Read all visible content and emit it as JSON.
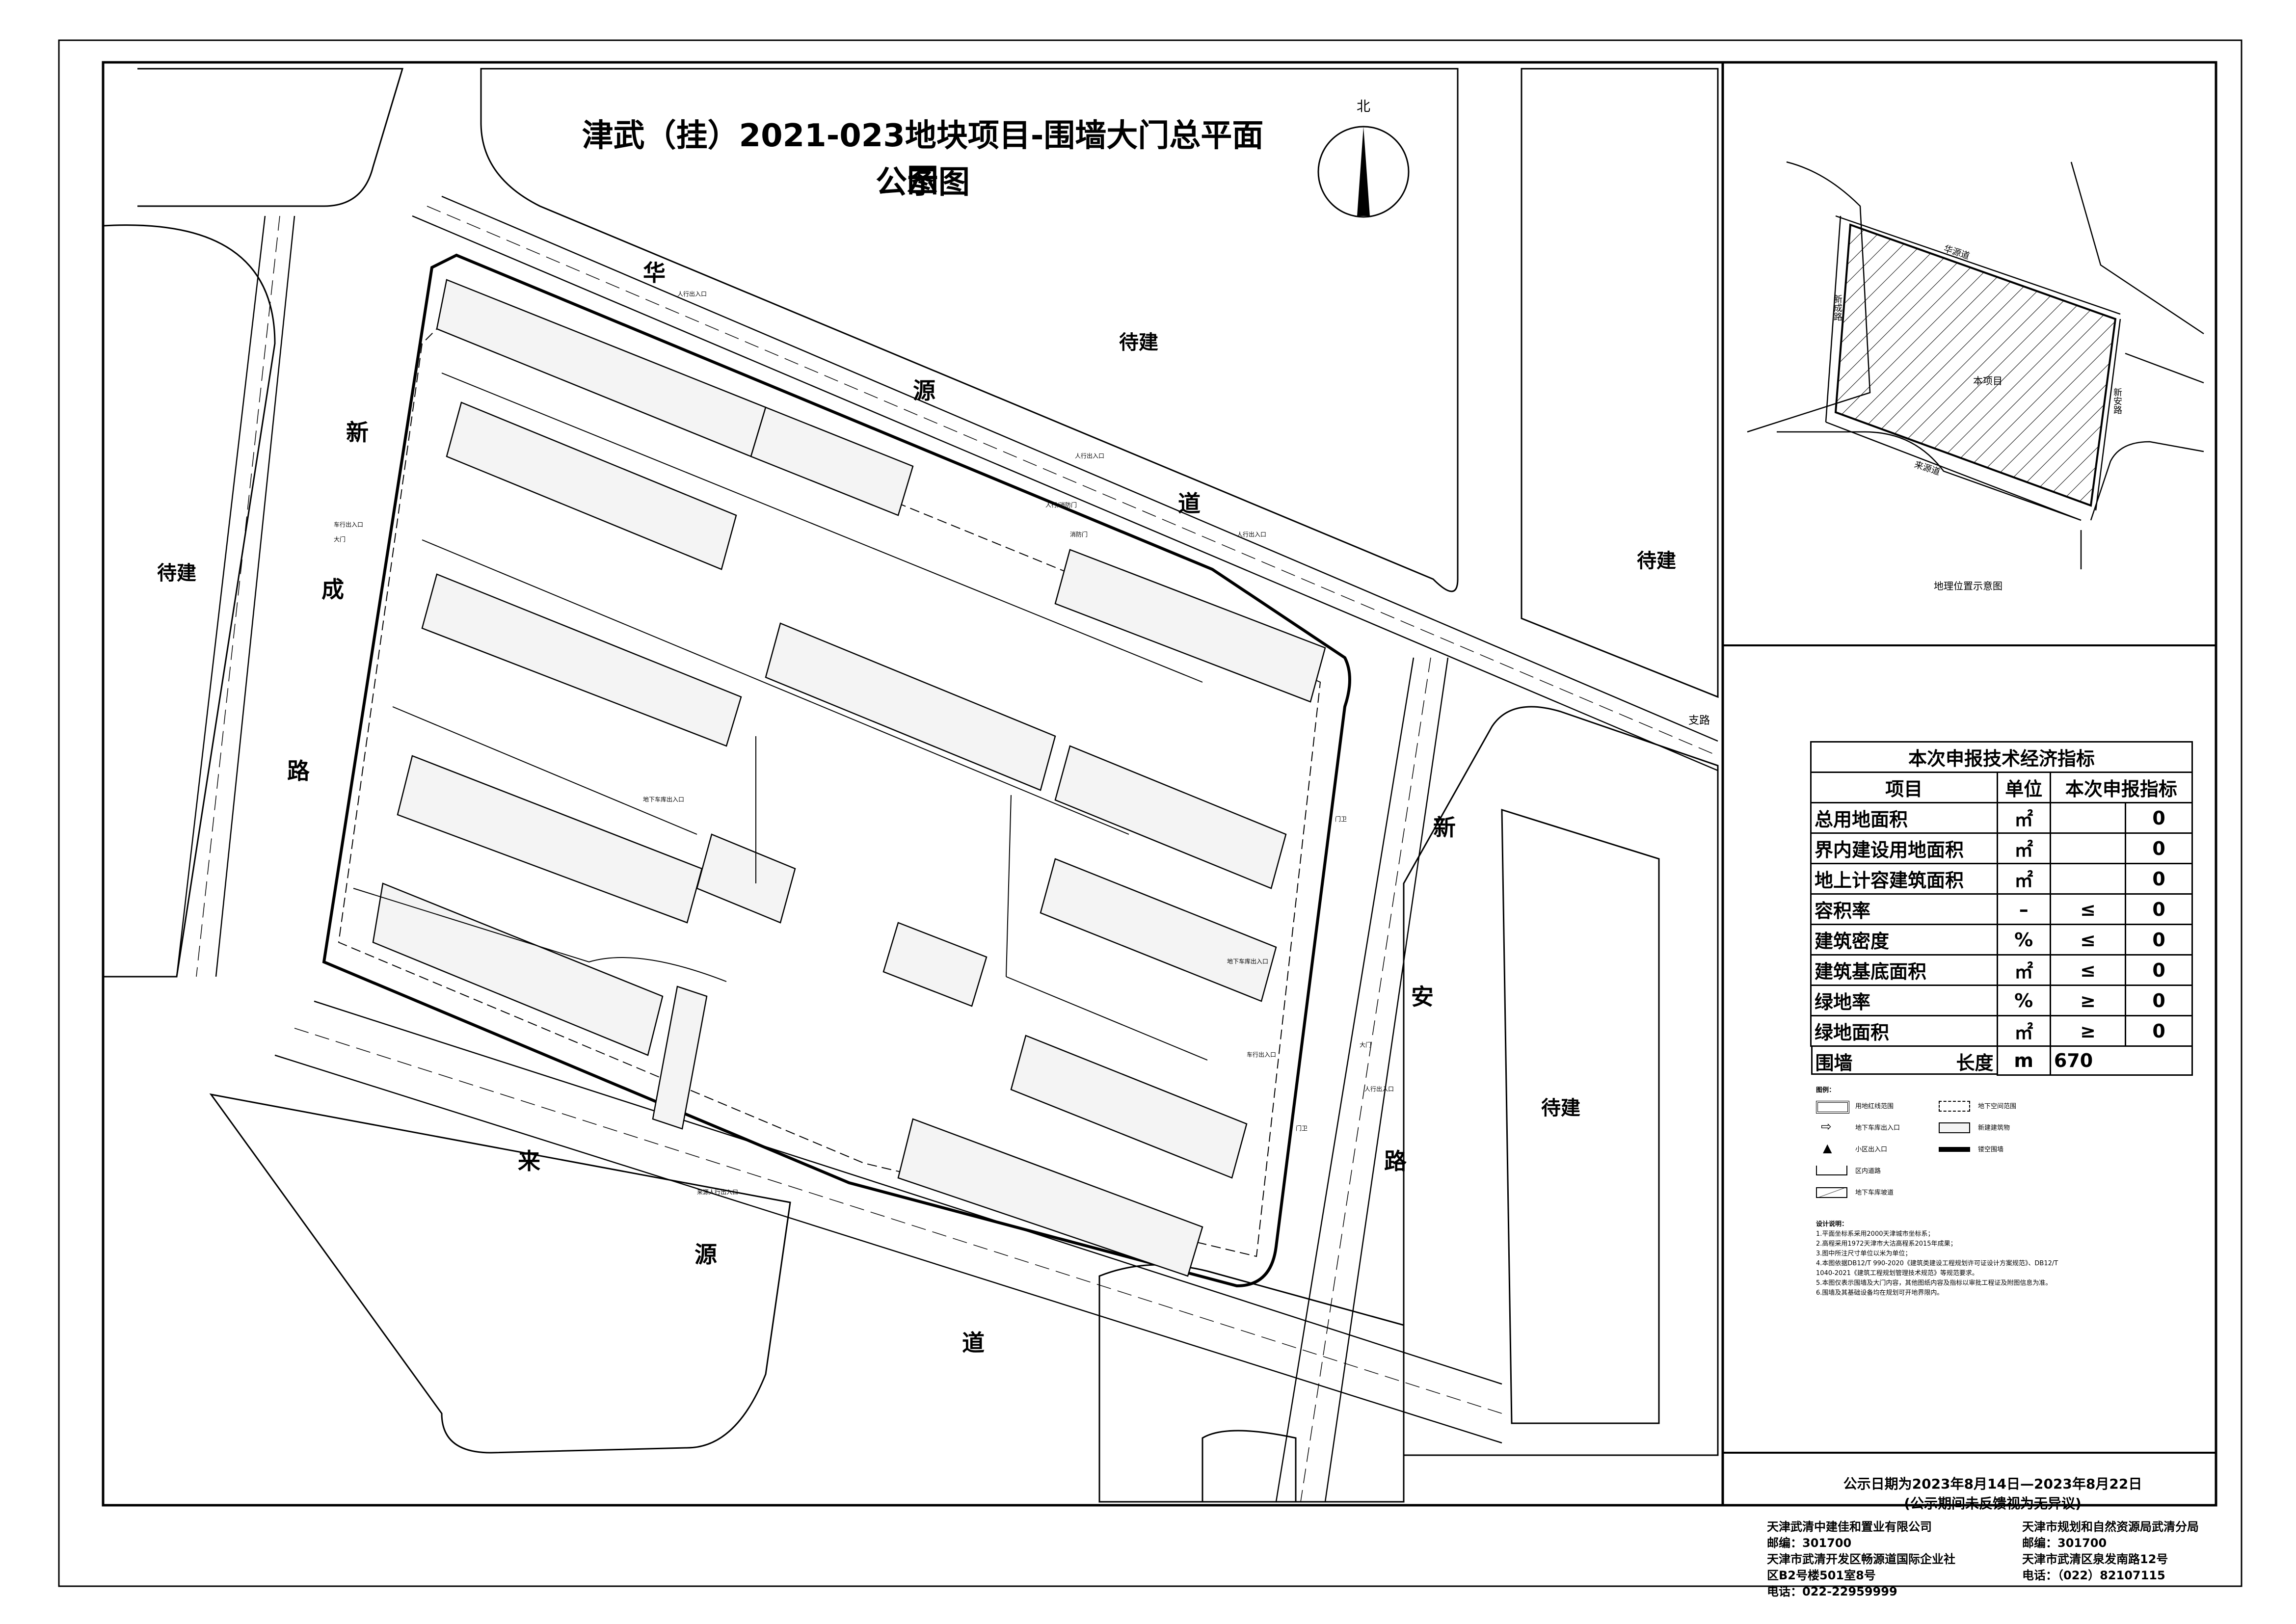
{
  "title": {
    "main": "津武（挂）2021-023地块项目-围墙大门总平面图",
    "sub": "公示图"
  },
  "compass": {
    "north_label": "北"
  },
  "roads": {
    "huayuan": [
      "华",
      "源",
      "道"
    ],
    "xincheng": [
      "新",
      "成",
      "路"
    ],
    "laiyuan": [
      "来",
      "源",
      "道"
    ],
    "xinan": [
      "新",
      "安",
      "路"
    ]
  },
  "surroundings": {
    "to_be_built": "待建",
    "side_road": "支路"
  },
  "site_labels": {
    "gates": [
      "人行出入口",
      "人行出入口",
      "车行出入口",
      "大门",
      "车行出入口",
      "人行出入口",
      "人行出入口",
      "来源人行出入口"
    ],
    "misc": [
      "地下车库出入口",
      "地下车库出入口",
      "人行/消防门",
      "消防门",
      "门卫",
      "门卫",
      "大门"
    ]
  },
  "location_map": {
    "project_label": "本项目",
    "roads": {
      "north": "华源道",
      "west": "新成路",
      "south": "来源道",
      "east": "新安路"
    },
    "caption": "地理位置示意图"
  },
  "indicators": {
    "title": "本次申报技术经济指标",
    "headers": [
      "项目",
      "单位",
      "本次申报指标"
    ],
    "rows": [
      {
        "item": "总用地面积",
        "unit": "㎡",
        "op": "",
        "value": "0"
      },
      {
        "item": "界内建设用地面积",
        "unit": "㎡",
        "op": "",
        "value": "0"
      },
      {
        "item": "地上计容建筑面积",
        "unit": "㎡",
        "op": "",
        "value": "0"
      },
      {
        "item": "容积率",
        "unit": "–",
        "op": "≤",
        "value": "0"
      },
      {
        "item": "建筑密度",
        "unit": "%",
        "op": "≤",
        "value": "0"
      },
      {
        "item": "建筑基底面积",
        "unit": "㎡",
        "op": "≤",
        "value": "0"
      },
      {
        "item": "绿地率",
        "unit": "%",
        "op": "≥",
        "value": "0"
      },
      {
        "item": "绿地面积",
        "unit": "㎡",
        "op": "≥",
        "value": "0"
      }
    ],
    "wall_row": {
      "item": "围墙",
      "sub": "长度",
      "unit": "m",
      "value": "670"
    }
  },
  "legend": {
    "title": "图例：",
    "items": [
      {
        "left": "用地红线范围",
        "right": "地下空间范围"
      },
      {
        "left": "地下车库出入口",
        "right": "新建建筑物"
      },
      {
        "left": "小区出入口",
        "right": "镂空围墙"
      },
      {
        "left": "区内道路",
        "right": ""
      },
      {
        "left": "地下车库坡道",
        "right": ""
      }
    ]
  },
  "notes": {
    "title": "设计说明：",
    "lines": [
      "1.平面坐标系采用2000天津城市坐标系；",
      "2.高程采用1972天津市大沽高程系2015年成果；",
      "3.图中所注尺寸单位以米为单位；",
      "4.本图依据DB12/T 990-2020《建筑类建设工程规划许可证设计方案规范》、DB12/T 1040-2021《建筑工程规划管理技术规范》等规范要求。",
      "5.本图仅表示围墙及大门内容，其他图纸内容及指标以审批工程证及附图信息为准。",
      "6.围墙及其基础设备均在规划可开地界限内。"
    ]
  },
  "publicity": {
    "date_line": "公示日期为2023年8月14日—2023年8月22日",
    "note_line": "(公示期间未反馈视为无异议)"
  },
  "developer": {
    "name": "天津武清中建佳和置业有限公司",
    "postcode": "邮编：301700",
    "address1": "天津市武清开发区畅源道国际企业社",
    "address2": "区B2号楼501室8号",
    "phone": "电话：022-22959999"
  },
  "authority": {
    "name": "天津市规划和自然资源局武清分局",
    "postcode": "邮编：301700",
    "address": "天津市武清区泉发南路12号",
    "phone": "电话：（022）82107115"
  }
}
